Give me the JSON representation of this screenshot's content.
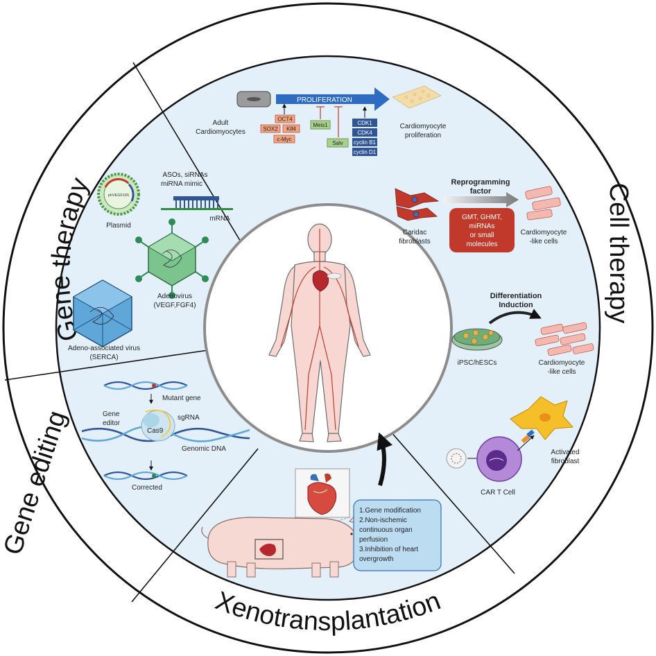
{
  "sections": {
    "gene_therapy": "Gene therapy",
    "cell_therapy": "Cell therapy",
    "gene_editing": "Gene editing",
    "xeno": "Xenotransplantation"
  },
  "proliferation": {
    "arrow": "PROLIFERATION",
    "adult_1": "Adult",
    "adult_2": "Cardiomyocytes",
    "result_1": "Cardiomyocyte",
    "result_2": "proliferation",
    "factors": [
      "OCT4",
      "SOX2",
      "Klf4",
      "c-Myc"
    ],
    "inhibitors": [
      "Meis1",
      "Salv"
    ],
    "cyclins": [
      "CDK1",
      "CDK4",
      "cyclin B1",
      "cyclin D1"
    ]
  },
  "reprogramming": {
    "title_1": "Reprogramming",
    "title_2": "factor",
    "box": [
      "GMT, GHMT,",
      "miRNAs",
      "or small",
      "molecules"
    ],
    "source_1": "Caridac",
    "source_2": "fibroblasts",
    "target_1": "Cardiomyocyte",
    "target_2": "-like cells"
  },
  "differentiation": {
    "title_1": "Differentiation",
    "title_2": "Induction",
    "source": "iPSC/hESCs",
    "target_1": "Cardiomyocyte",
    "target_2": "-like cells"
  },
  "car_t": {
    "cell": "CAR T Cell",
    "target_1": "Activated",
    "target_2": "fibroblast"
  },
  "gene_therapy": {
    "asos_1": "ASOs, siRNAs",
    "asos_2": "miRNA mimic",
    "mrna": "mRNA",
    "plasmid": "Plasmid",
    "plasmid_inner": "phVEGF165",
    "adeno_1": "Adenovirus",
    "adeno_2": "(VEGF,FGF4)",
    "aav_1": "Adeno-associated virus",
    "aav_2": "(SERCA)"
  },
  "gene_editing": {
    "mutant": "Mutant gene",
    "editor_1": "Gene",
    "editor_2": "editor",
    "sgrna": "sgRNA",
    "cas9": "Cas9",
    "genomic": "Genomic DNA",
    "corrected": "Corrected"
  },
  "xeno": {
    "list": [
      "1.Gene modification",
      "2.Non-ischemic",
      "continuous organ",
      "perfusion",
      "3.Inhibition of heart",
      "overgrowth"
    ]
  },
  "colors": {
    "panel": "#e3f0fa",
    "arrow_blue": "#2d6cc0",
    "salmon": "#f0a57e",
    "green_pill": "#a9d18e",
    "navy_pill": "#2f5597",
    "red_box": "#c0392b",
    "xeno_box": "#bcdcf2"
  }
}
